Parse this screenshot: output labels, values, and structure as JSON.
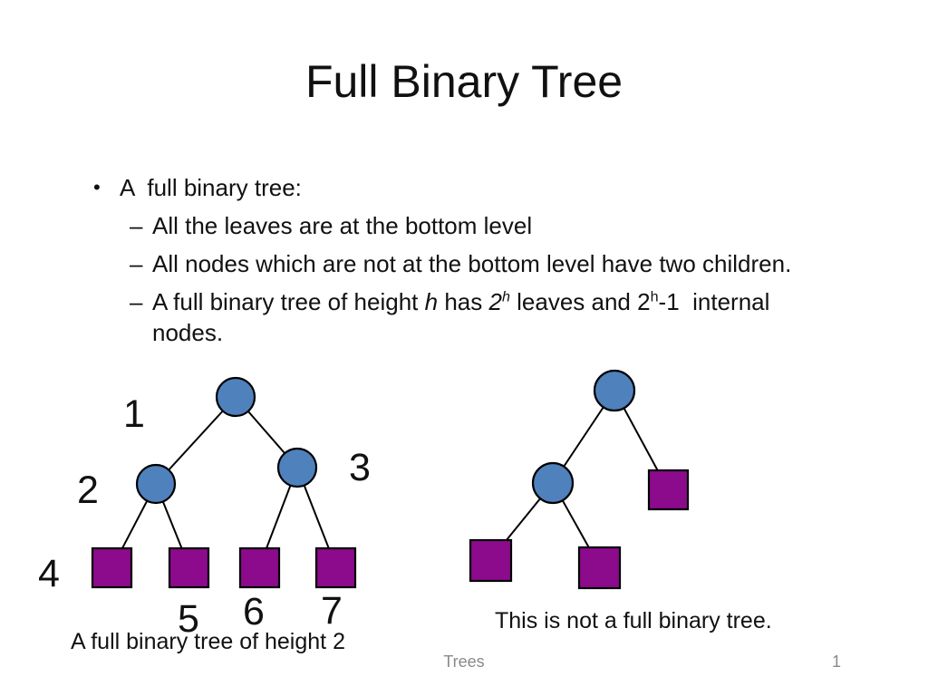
{
  "slide": {
    "title": "Full Binary Tree",
    "bullets": {
      "bullet_glyph": "•",
      "dash_glyph": "–",
      "main": "A  full binary tree:",
      "sub1": "All the leaves are at the bottom level",
      "sub2": "All nodes which are not at the bottom level have two children.",
      "sub3": {
        "t1": "A full binary tree of height ",
        "h1": "h",
        "t2": " has ",
        "base1": "2",
        "sup1": "h",
        "t3": " leaves and 2",
        "sup2": "h",
        "t4": "-1  internal",
        "t5": "nodes."
      }
    },
    "left_diagram": {
      "labels": [
        "1",
        "2",
        "3",
        "4",
        "5",
        "6",
        "7"
      ],
      "caption": "A full binary tree of height 2"
    },
    "right_diagram": {
      "caption": "This is not a full binary tree."
    },
    "footer": {
      "left": "Trees",
      "page": "1"
    },
    "colors": {
      "background": "#ffffff",
      "text": "#111111",
      "circle_fill": "#4f81bd",
      "square_fill": "#8c0a8c",
      "edge": "#000000",
      "footer_text": "#8a8a8a"
    }
  }
}
